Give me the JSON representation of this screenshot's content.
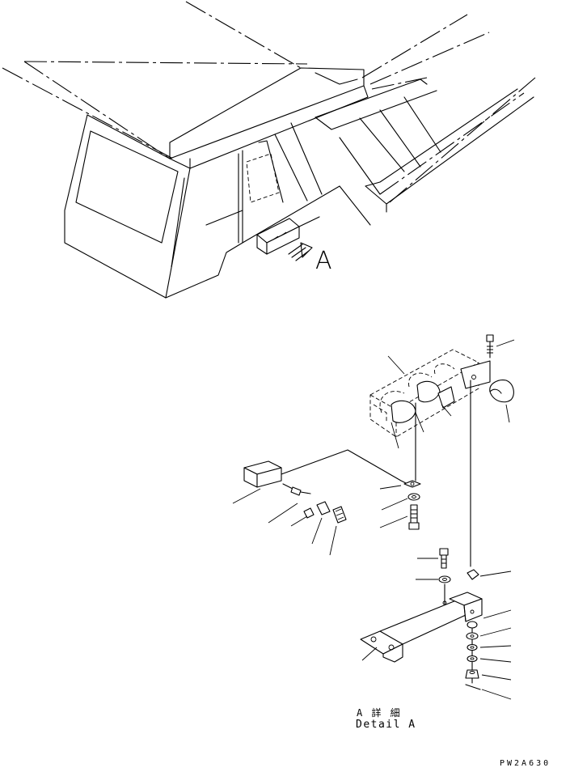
{
  "view_label": "A",
  "caption_jp": "A 詳 細",
  "caption_en": "Detail A",
  "drawing_code": "PW2A630"
}
